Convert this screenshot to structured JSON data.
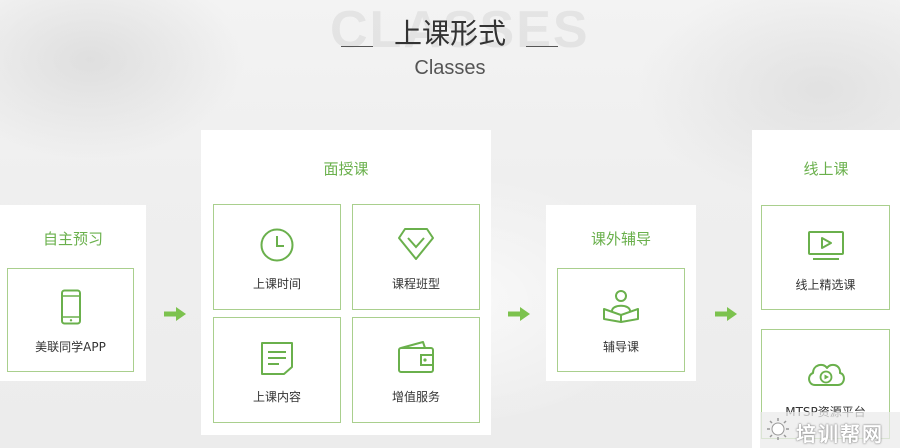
{
  "header": {
    "watermark": "CLASSES",
    "title": "上课形式",
    "subtitle": "Classes"
  },
  "colors": {
    "accent": "#6ab04c",
    "border": "#a9cf8d",
    "text": "#333333"
  },
  "cards": {
    "self_study": {
      "title": "自主预习",
      "items": [
        {
          "label": "美联同学APP",
          "icon": "smartphone-icon"
        }
      ]
    },
    "face_to_face": {
      "title": "面授课",
      "items": [
        {
          "label": "上课时间",
          "icon": "clock-icon"
        },
        {
          "label": "课程班型",
          "icon": "diamond-icon"
        },
        {
          "label": "上课内容",
          "icon": "document-icon"
        },
        {
          "label": "增值服务",
          "icon": "wallet-icon"
        }
      ]
    },
    "extracurricular": {
      "title": "课外辅导",
      "items": [
        {
          "label": "辅导课",
          "icon": "tutor-reading-icon"
        }
      ]
    },
    "online": {
      "title": "线上课",
      "items": [
        {
          "label": "线上精选课",
          "icon": "video-screen-icon"
        },
        {
          "label": "MTSP资源平台",
          "icon": "cloud-play-icon"
        }
      ]
    }
  },
  "watermark_site": "培训帮网"
}
